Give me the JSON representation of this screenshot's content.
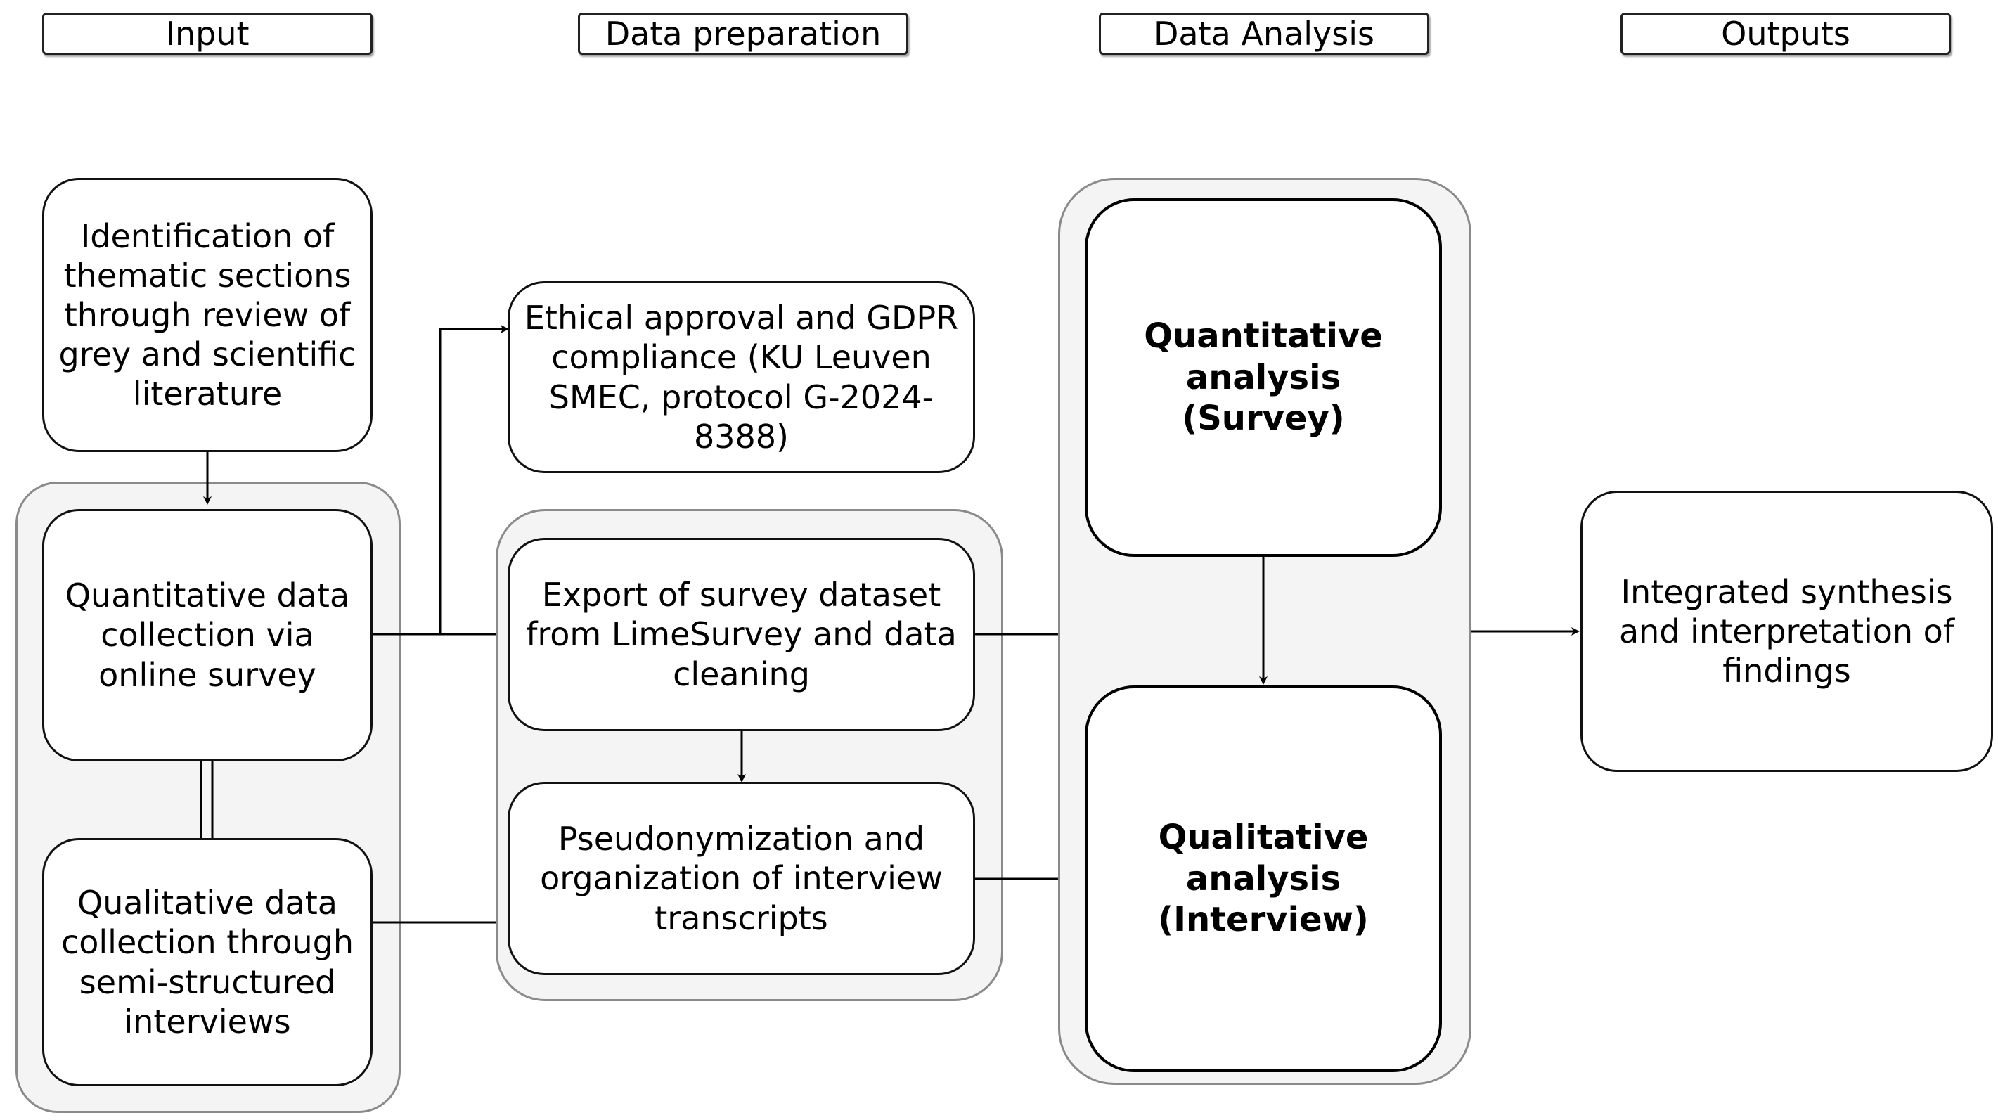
{
  "headers": {
    "input": "Input",
    "preparation": "Data preparation",
    "analysis": "Data Analysis",
    "outputs": "Outputs"
  },
  "input": {
    "identification": "Identification of thematic sections through review of grey and scientific literature",
    "quantitative_collection": "Quantitative data collection via online survey",
    "qualitative_collection": "Qualitative data collection through semi-structured interviews"
  },
  "preparation": {
    "ethics": "Ethical approval and GDPR compliance (KU Leuven SMEC, protocol G-2024-8388)",
    "export": "Export of survey dataset from LimeSurvey and data cleaning",
    "pseudonymization": "Pseudonymization and organization of interview transcripts"
  },
  "analysis": {
    "quantitative": "Quantitative analysis (Survey)",
    "qualitative": "Qualitative analysis (Interview)"
  },
  "outputs": {
    "synthesis": "Integrated synthesis and interpretation of findings"
  },
  "colors": {
    "line": "#000000",
    "group_fill": "#f4f4f4",
    "group_border": "#8a8a8a"
  }
}
